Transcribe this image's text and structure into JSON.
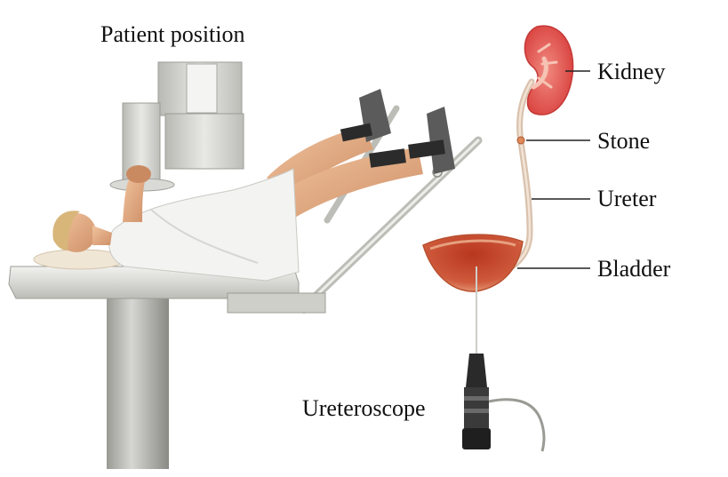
{
  "figure": {
    "title": "Patient position",
    "labels": {
      "kidney": "Kidney",
      "stone": "Stone",
      "ureter": "Ureter",
      "bladder": "Bladder",
      "ureteroscope": "Ureteroscope"
    }
  },
  "colors": {
    "background": "#ffffff",
    "metal_light": "#e9e9e6",
    "metal_mid": "#c9c9c4",
    "metal_dark": "#8e8e88",
    "skin": "#e7b48c",
    "skin_shade": "#c98a62",
    "gown": "#f3f3f1",
    "hair": "#d8b67a",
    "strap": "#2b2b2b",
    "kidney": "#e35a56",
    "kidney_inner": "#f6c3b4",
    "bladder": "#d06a4a",
    "bladder_inner": "#c2442e",
    "ureter": "#d9c2ae",
    "scope": "#2a2a2a",
    "leader_line": "#222222"
  }
}
